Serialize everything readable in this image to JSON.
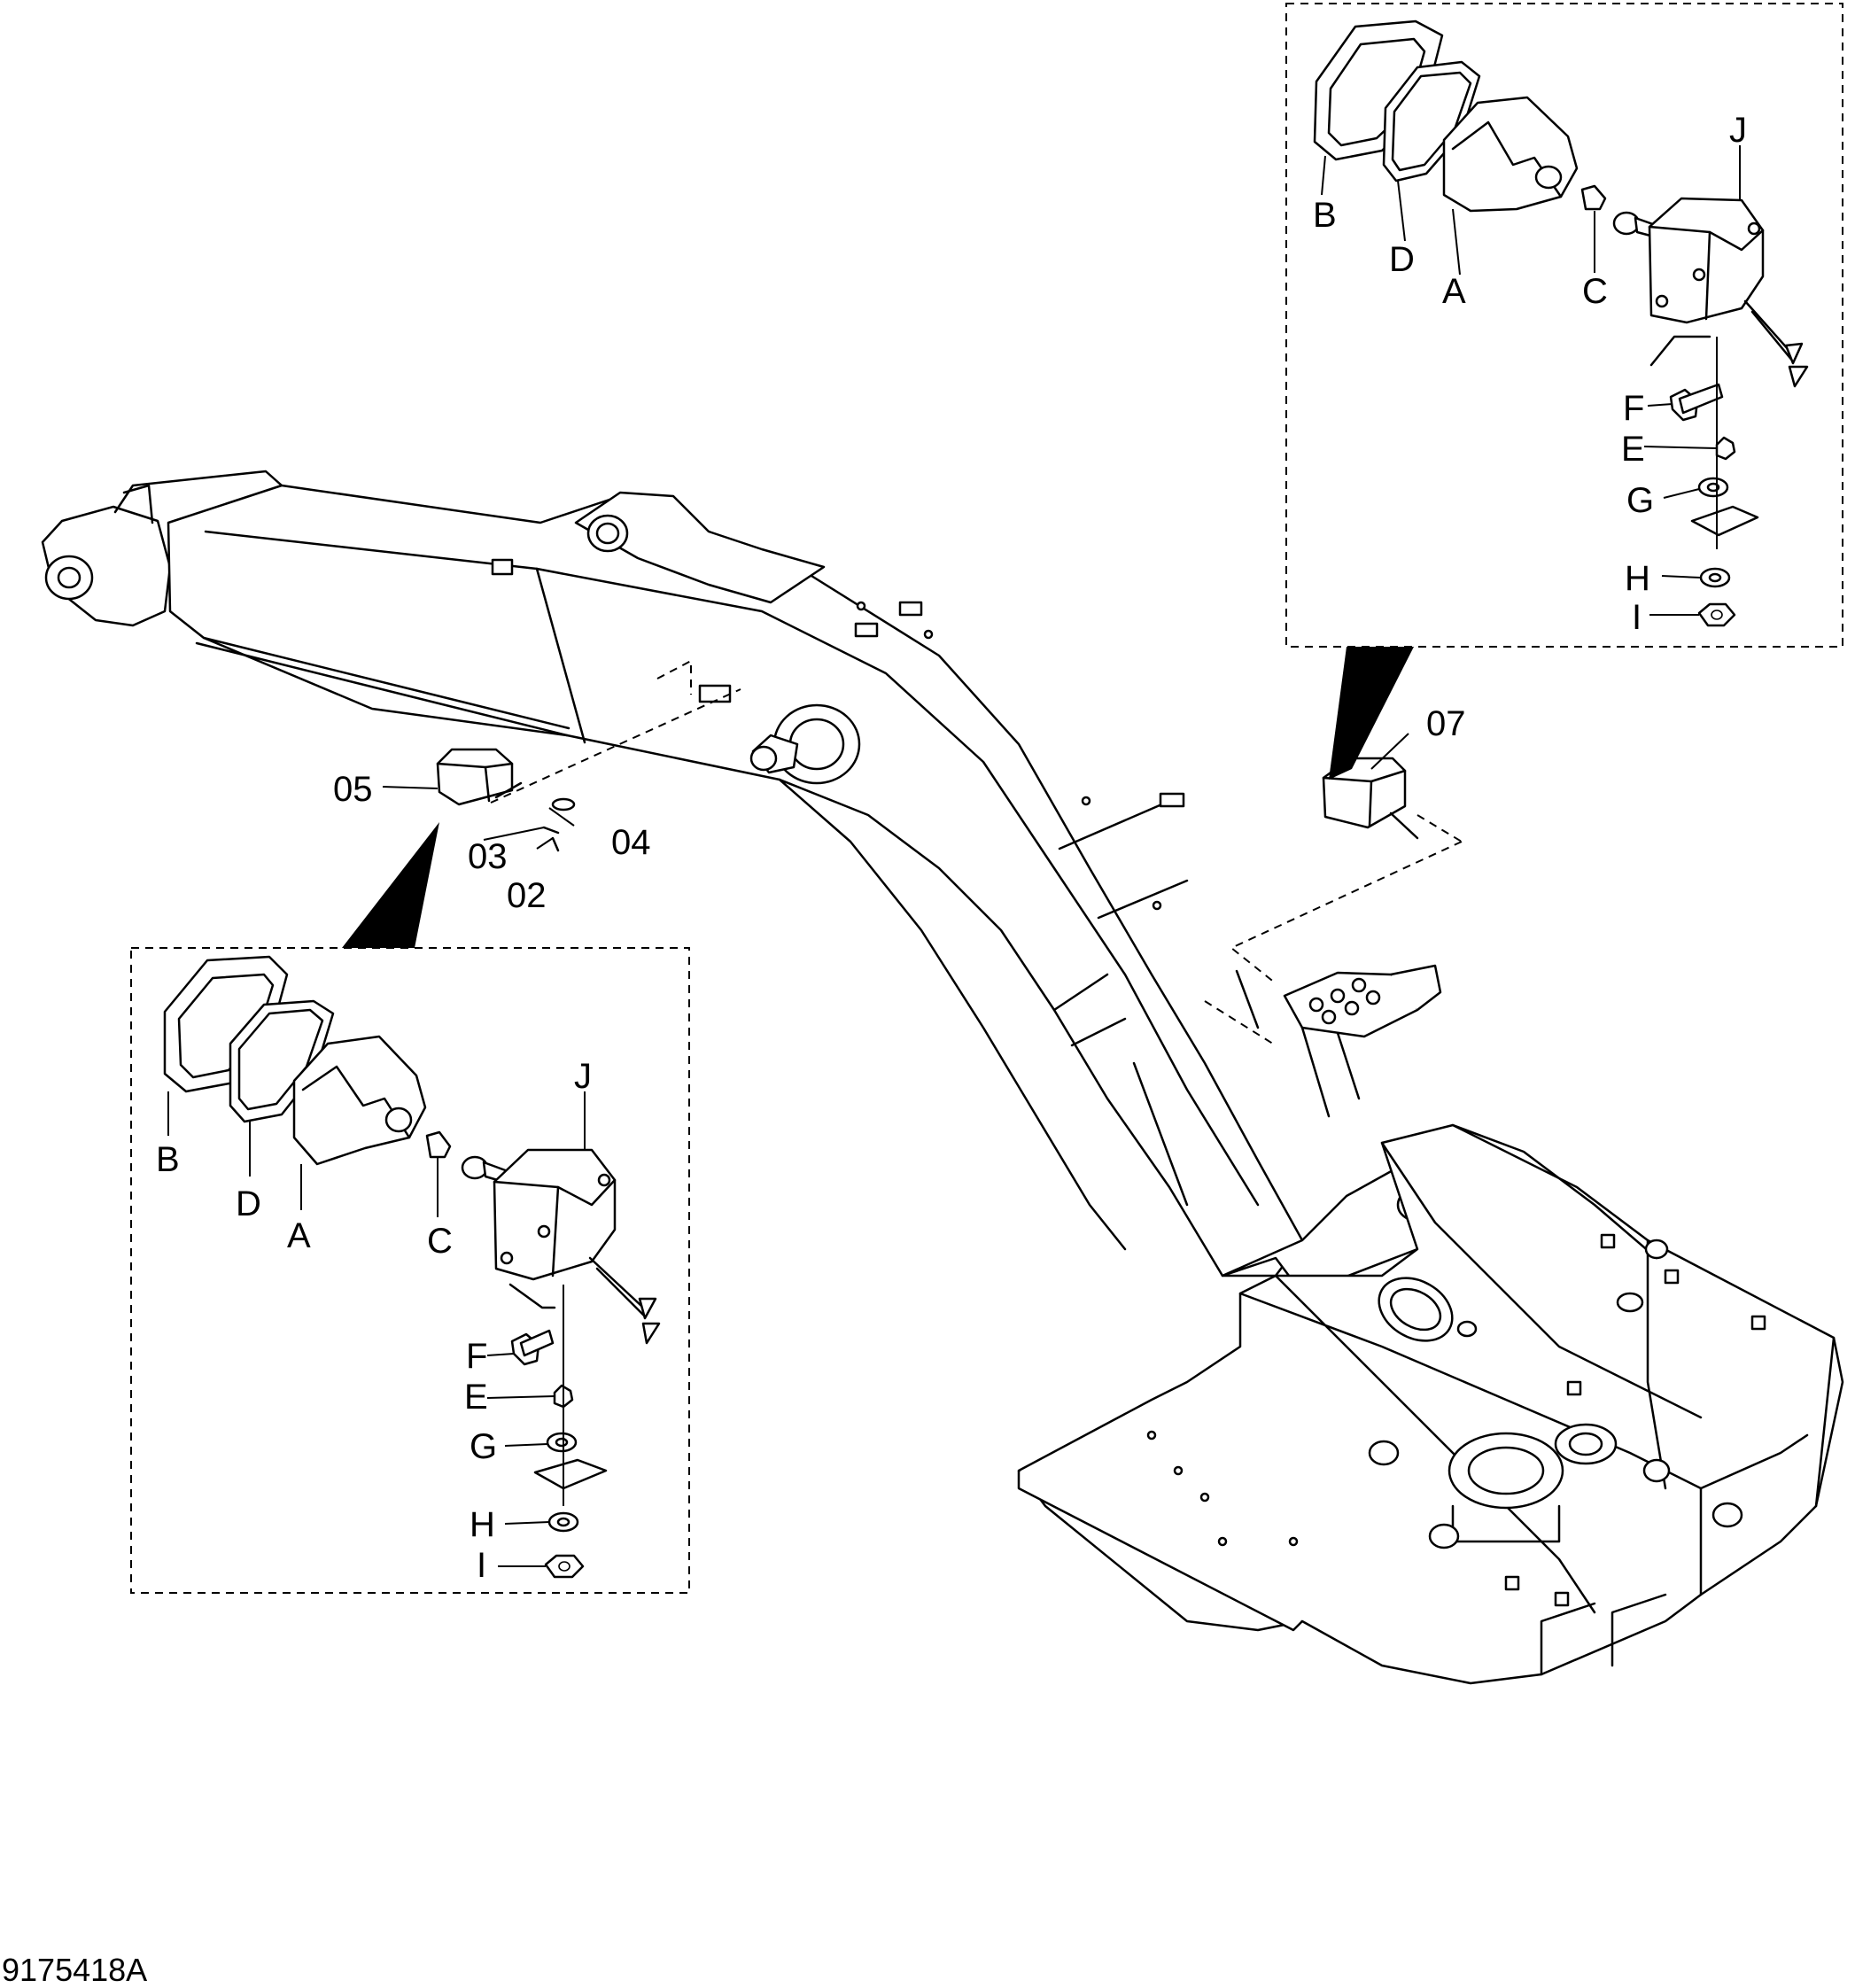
{
  "drawing_number": "9175418A",
  "callouts": {
    "p05": "05",
    "p04": "04",
    "p03": "03",
    "p02": "02",
    "p07": "07"
  },
  "detail_top": {
    "B": "B",
    "D": "D",
    "A": "A",
    "C": "C",
    "J": "J",
    "F": "F",
    "E": "E",
    "G": "G",
    "H": "H",
    "I": "I"
  },
  "detail_bottom": {
    "B": "B",
    "D": "D",
    "A": "A",
    "C": "C",
    "J": "J",
    "F": "F",
    "E": "E",
    "G": "G",
    "H": "H",
    "I": "I"
  }
}
